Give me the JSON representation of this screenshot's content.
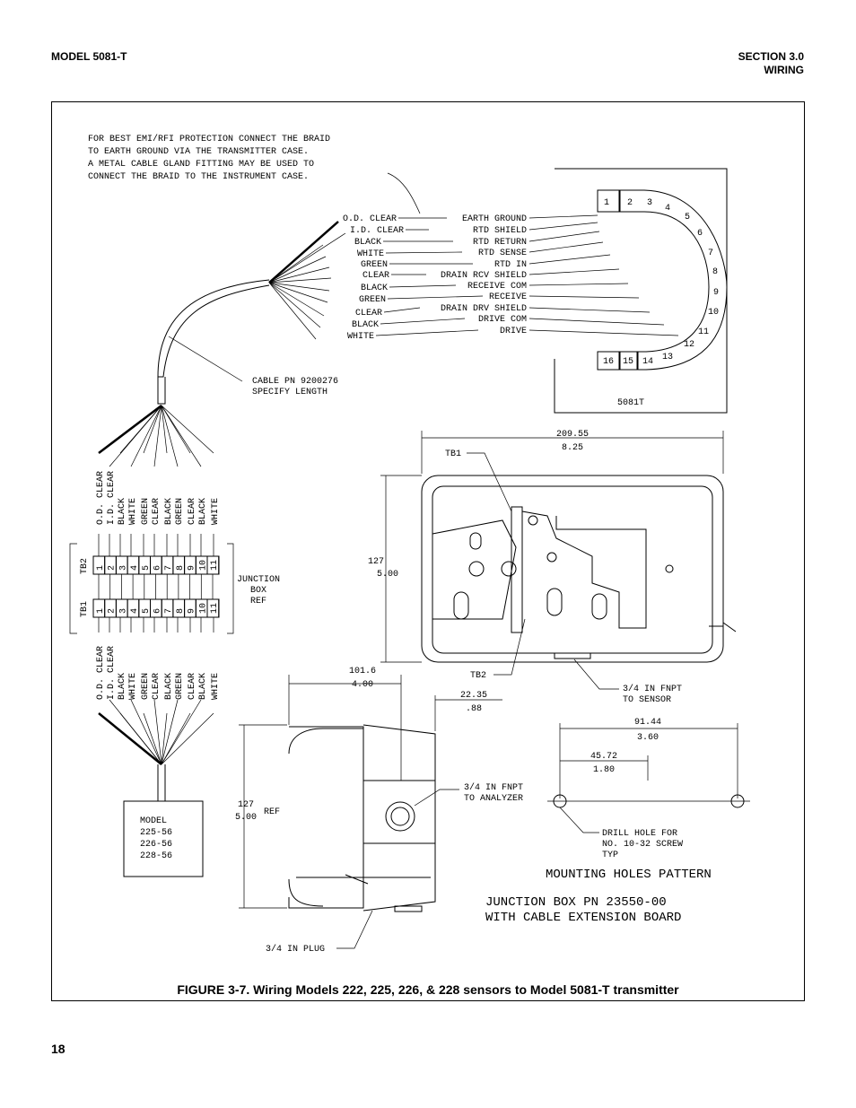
{
  "header": {
    "model": "MODEL 5081-T",
    "section": "SECTION 3.0",
    "section_title": "WIRING"
  },
  "page_number": "18",
  "caption": "FIGURE 3-7. Wiring Models 222, 225, 226, & 228 sensors to Model 5081-T transmitter",
  "note_lines": [
    "FOR BEST EMI/RFI PROTECTION CONNECT THE BRAID",
    "TO EARTH GROUND VIA THE TRANSMITTER CASE.",
    "A METAL CABLE GLAND FITTING MAY BE USED TO",
    "CONNECT THE BRAID TO THE INSTRUMENT CASE."
  ],
  "wire_colors": [
    "O.D. CLEAR",
    "I.D. CLEAR",
    "BLACK",
    "WHITE",
    "GREEN",
    "CLEAR",
    "BLACK",
    "GREEN",
    "CLEAR",
    "BLACK",
    "WHITE"
  ],
  "signals": [
    "EARTH GROUND",
    "RTD SHIELD",
    "RTD RETURN",
    "RTD SENSE",
    "RTD IN",
    "DRAIN RCV SHIELD",
    "RECEIVE COM",
    "RECEIVE",
    "DRAIN DRV SHIELD",
    "DRIVE COM",
    "DRIVE"
  ],
  "terminal_numbers": [
    "1",
    "2",
    "3",
    "4",
    "5",
    "6",
    "7",
    "8",
    "9",
    "10",
    "11",
    "12",
    "13",
    "14",
    "15",
    "16"
  ],
  "transmitter_label": "5081T",
  "cable_label": [
    "CABLE PN 9200276",
    "SPECIFY LENGTH"
  ],
  "tb_labels": {
    "tb1": "TB1",
    "tb2": "TB2"
  },
  "junction_box_ref": [
    "JUNCTION",
    "BOX",
    "REF"
  ],
  "sensor_model": [
    "MODEL",
    "225-56",
    "226-56",
    "228-56"
  ],
  "dims": {
    "width_mm": "209.55",
    "width_in": "8.25",
    "height_mm": "127",
    "height_in": "5.00",
    "depth_mm": "101.6",
    "depth_in": "4.00",
    "off_mm": "22.35",
    "off_in": ".88",
    "side_h_mm": "127",
    "side_h_in": "5.00",
    "ref": "REF",
    "hole_mm": "91.44",
    "hole_in": "3.60",
    "half_mm": "45.72",
    "half_in": "1.80"
  },
  "fnpt_sensor": [
    "3/4 IN FNPT",
    "TO SENSOR"
  ],
  "fnpt_analyzer": [
    "3/4 IN FNPT",
    "TO ANALYZER"
  ],
  "plug_label": "3/4 IN PLUG",
  "drill_label": [
    "DRILL HOLE FOR",
    "NO. 10-32 SCREW",
    "TYP"
  ],
  "mounting_title": "MOUNTING HOLES PATTERN",
  "jbox_title": [
    "JUNCTION BOX PN 23550-00",
    "WITH CABLE EXTENSION BOARD"
  ]
}
